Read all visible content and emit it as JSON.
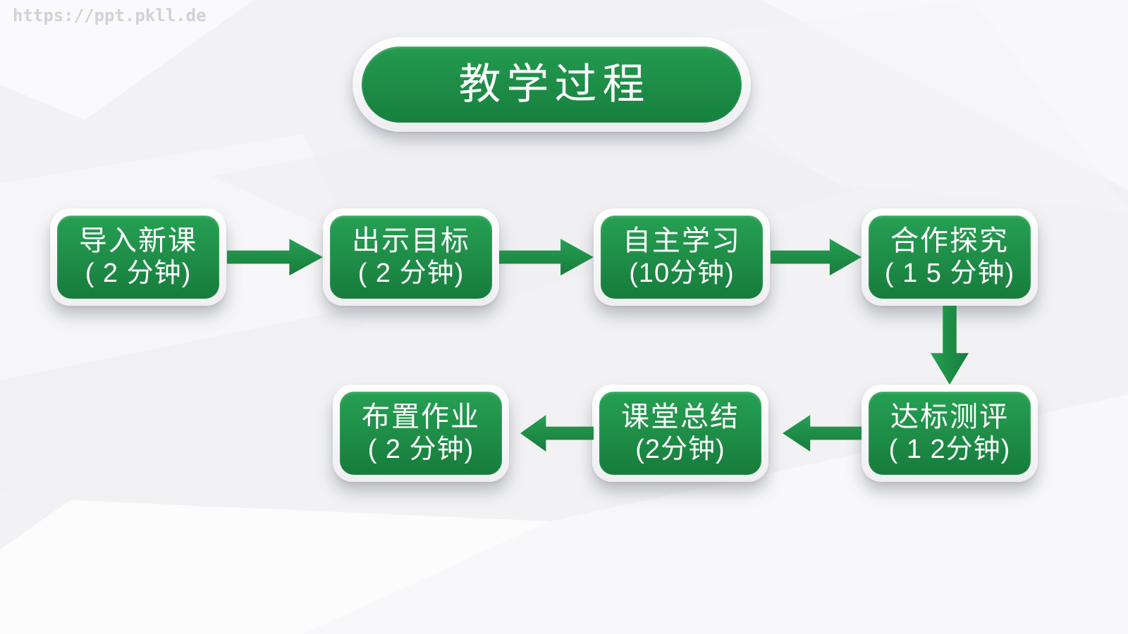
{
  "watermark": "https://ppt.pkll.de",
  "title": "教学过程",
  "colors": {
    "green": "#1e8c44",
    "green_light": "#26a053",
    "green_dark": "#177c3c",
    "background": "#f2f2f4",
    "card_border": "#ffffff",
    "text": "#ffffff",
    "watermark": "#d2d2d5"
  },
  "nodes": [
    {
      "id": "intro",
      "line1": "导入新课",
      "line2": "( 2 分钟)"
    },
    {
      "id": "objectives",
      "line1": "出示目标",
      "line2": "( 2 分钟)"
    },
    {
      "id": "self_study",
      "line1": "自主学习",
      "line2": "(10分钟)"
    },
    {
      "id": "cooperative",
      "line1": "合作探究",
      "line2": "( 1 5 分钟)"
    },
    {
      "id": "assessment",
      "line1": "达标测评",
      "line2": "( 1 2分钟)"
    },
    {
      "id": "summary",
      "line1": "课堂总结",
      "line2": "(2分钟)"
    },
    {
      "id": "homework",
      "line1": "布置作业",
      "line2": "( 2 分钟)"
    }
  ],
  "connectors": [
    {
      "from": "导入新课",
      "to": "出示目标",
      "direction": "right"
    },
    {
      "from": "出示目标",
      "to": "自主学习",
      "direction": "right"
    },
    {
      "from": "自主学习",
      "to": "合作探究",
      "direction": "right"
    },
    {
      "from": "合作探究",
      "to": "达标测评",
      "direction": "down"
    },
    {
      "from": "达标测评",
      "to": "课堂总结",
      "direction": "left"
    },
    {
      "from": "课堂总结",
      "to": "布置作业",
      "direction": "left"
    }
  ]
}
